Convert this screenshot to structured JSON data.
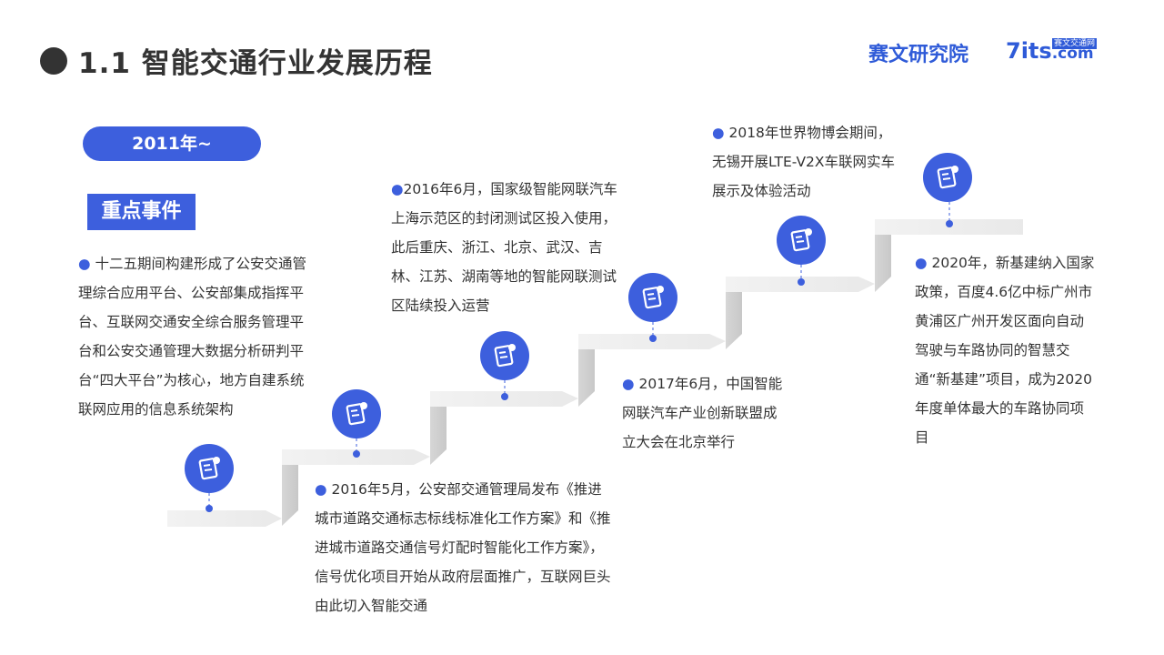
{
  "header": {
    "title": "1.1 智能交通行业发展历程",
    "logo_cn": "赛文研究院",
    "logo_main": "7its",
    "logo_dotcom": ".com",
    "logo_small": "赛文交通网"
  },
  "period_label": "2011年~",
  "section_tag": "重点事件",
  "events": [
    "十二五期间构建形成了公安交通管理综合应用平台、公安部集成指挥平台、互联网交通安全综合服务管理平台和公安交通管理大数据分析研判平台“四大平台”为核心，地方自建系统联网应用的信息系统架构",
    "2016年5月，公安部交通管理局发布《推进城市道路交通标志标线标准化工作方案》和《推进城市道路交通信号灯配时智能化工作方案》，信号优化项目开始从政府层面推广，互联网巨头由此切入智能交通",
    "2016年6月，国家级智能网联汽车上海示范区的封闭测试区投入使用，此后重庆、浙江、北京、武汉、吉林、江苏、湖南等地的智能网联测试区陆续投入运营",
    "2017年6月，中国智能网联汽车产业创新联盟成立大会在北京举行",
    "2018年世界物博会期间，无锡开展LTE-V2X车联网实车展示及体验活动",
    "2020年，新基建纳入国家政策，百度4.6亿中标广州市黄浦区广州开发区面向自动驾驶与车路协同的智慧交通“新基建”项目，成为2020年度单体最大的车路协同项目"
  ],
  "icons": [
    "note-icon",
    "note-icon",
    "note-icon",
    "note-icon",
    "note-icon",
    "note-icon"
  ],
  "colors": {
    "accent": "#3d5fdd",
    "title": "#333333",
    "step": "#eeeeee"
  }
}
